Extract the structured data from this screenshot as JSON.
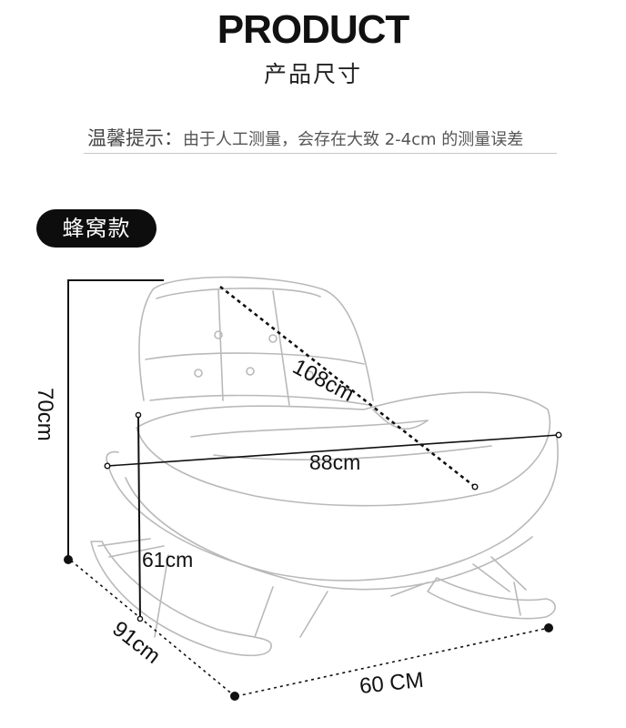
{
  "header": {
    "title": "PRODUCT",
    "subtitle": "产品尺寸"
  },
  "notice": {
    "label": "温馨提示：",
    "text": "由于人工测量，会存在大致 2-4cm 的测量误差"
  },
  "style_badge": "蜂窝款",
  "dimensions": {
    "height": "70cm",
    "diagonal": "108cm",
    "width": "88cm",
    "seat_height": "61cm",
    "depth": "91cm",
    "base_width": "60 CM"
  }
}
